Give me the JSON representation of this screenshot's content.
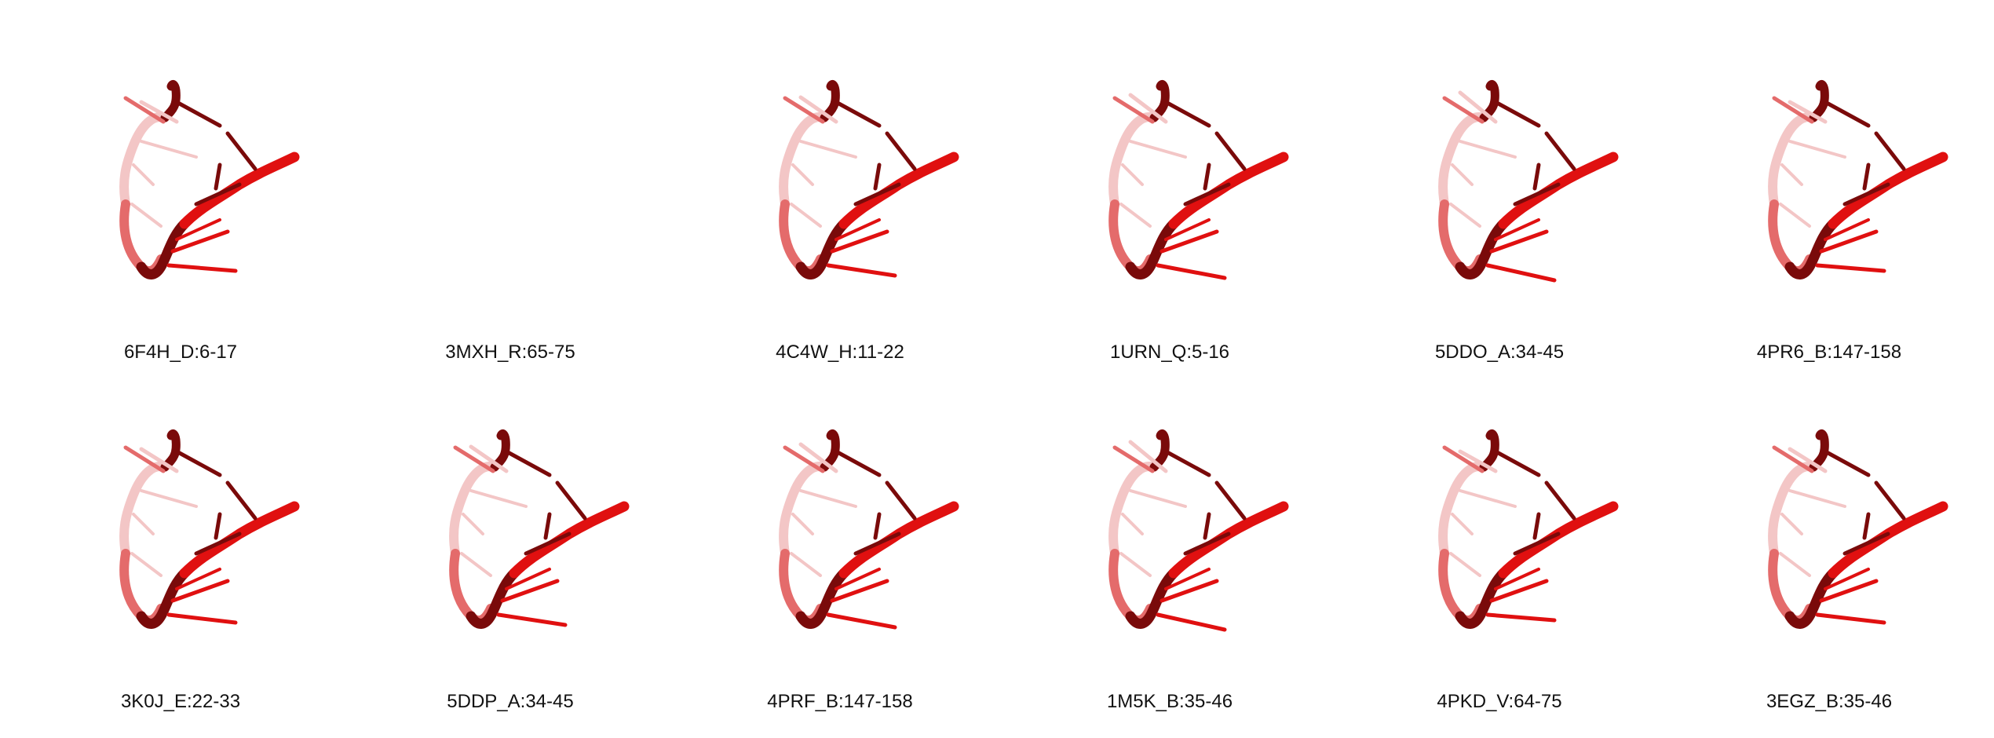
{
  "colors": {
    "background": "#ffffff",
    "strand_light": "#f3c6c6",
    "strand_mid": "#e46b6b",
    "strand_dark": "#7a0a0a",
    "strand_bright": "#e01010"
  },
  "structures": [
    {
      "label": "6F4H_D:6-17",
      "rendered": true
    },
    {
      "label": "3MXH_R:65-75",
      "rendered": false
    },
    {
      "label": "4C4W_H:11-22",
      "rendered": true
    },
    {
      "label": "1URN_Q:5-16",
      "rendered": true
    },
    {
      "label": "5DDO_A:34-45",
      "rendered": true
    },
    {
      "label": "4PR6_B:147-158",
      "rendered": true
    },
    {
      "label": "3K0J_E:22-33",
      "rendered": true
    },
    {
      "label": "5DDP_A:34-45",
      "rendered": true
    },
    {
      "label": "4PRF_B:147-158",
      "rendered": true
    },
    {
      "label": "1M5K_B:35-46",
      "rendered": true
    },
    {
      "label": "4PKD_V:64-75",
      "rendered": true
    },
    {
      "label": "3EGZ_B:35-46",
      "rendered": true
    }
  ]
}
